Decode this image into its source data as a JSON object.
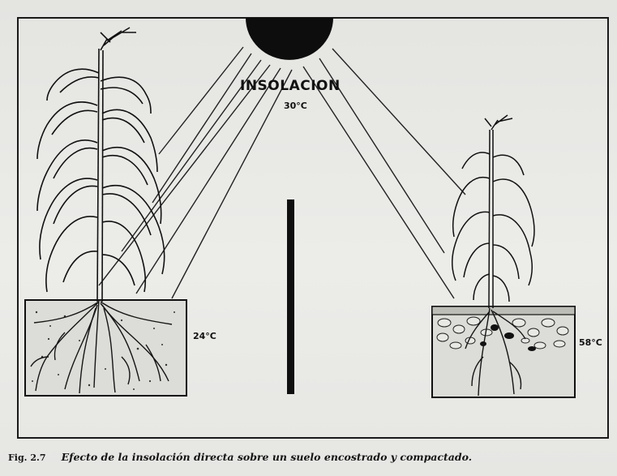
{
  "figure": {
    "sun_label": "INSOLACION",
    "sun_temperature": "30°C",
    "left_soil_temperature": "24°C",
    "right_soil_temperature": "58°C",
    "caption_number": "Fig. 2.7",
    "caption_text": "Efecto de la insolación directa sobre un suelo encostrado y compactado."
  },
  "colors": {
    "ink": "#111111",
    "paper": "#e9e9e6",
    "soil_dots": "#333333"
  }
}
